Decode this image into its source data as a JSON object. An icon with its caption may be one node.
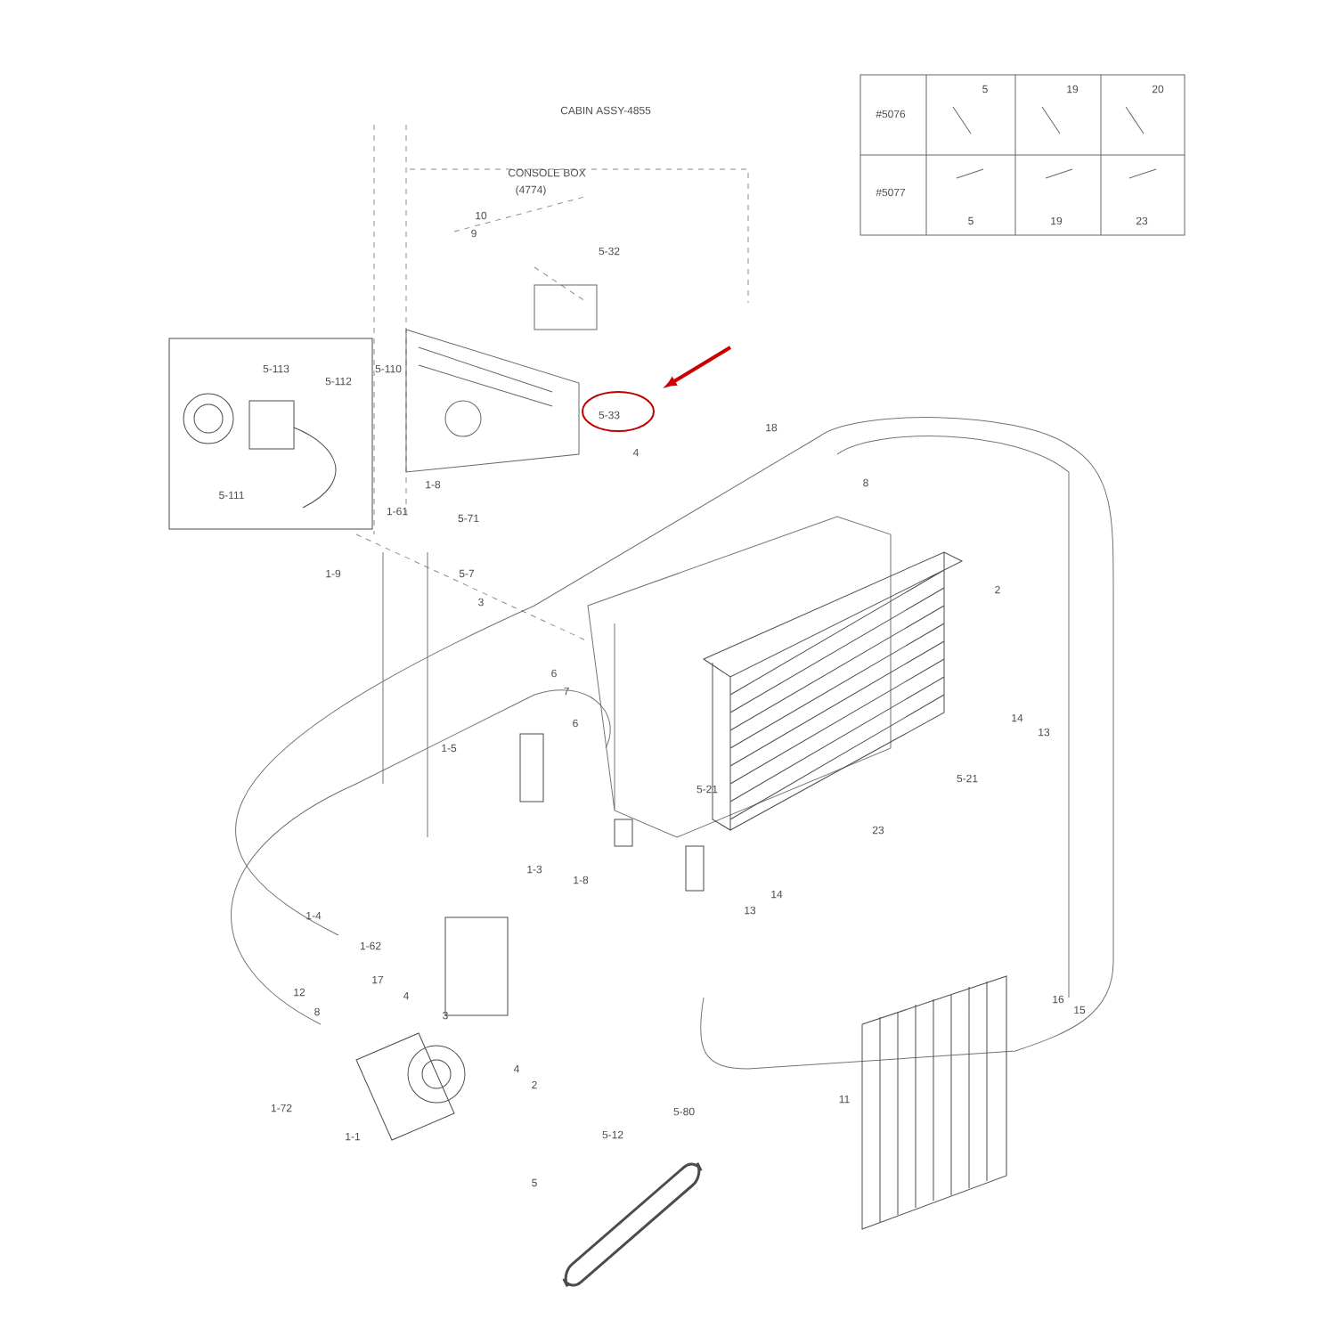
{
  "diagram": {
    "labels": [
      "CABIN ASSY-4855",
      "#5076",
      "5",
      "19",
      "20",
      "#5077",
      "5",
      "19",
      "23",
      "CONSOLE BOX",
      "(4774)",
      "10",
      "9",
      "5-32",
      "5-113",
      "5-112",
      "5-110",
      "5-33",
      "4",
      "5-111",
      "18",
      "1-8",
      "8",
      "1-61",
      "5-71",
      "1-9",
      "5-7",
      "3",
      "2",
      "6",
      "7",
      "1-5",
      "5-21",
      "6",
      "14",
      "13",
      "5-21",
      "1-3",
      "1-8",
      "23",
      "14",
      "13",
      "1-4",
      "1-62",
      "17",
      "4",
      "3",
      "12",
      "8",
      "1-72",
      "1-1",
      "4",
      "2",
      "5-12",
      "5-80",
      "5",
      "16",
      "15",
      "11"
    ]
  }
}
